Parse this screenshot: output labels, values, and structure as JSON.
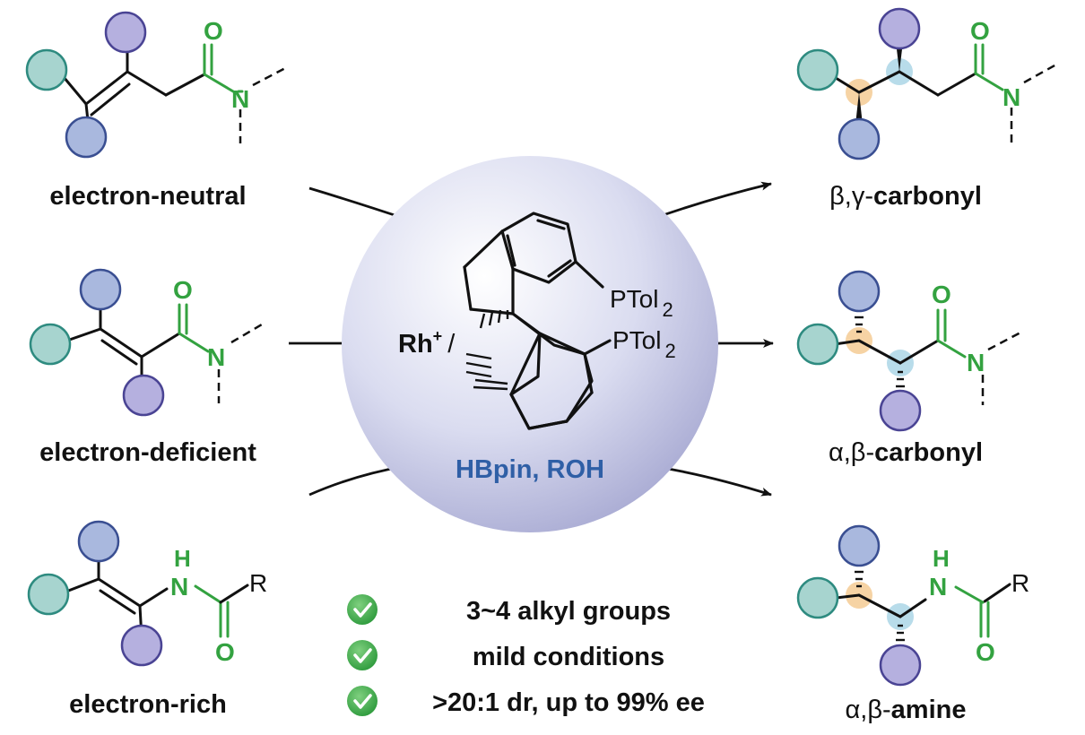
{
  "substrates": {
    "neutral_label": "electron-neutral",
    "deficient_label": "electron-deficient",
    "rich_label": "electron-rich"
  },
  "products": {
    "bg_label_prefix": "β,γ-",
    "bg_label_word": "carbonyl",
    "ab_label_prefix": "α,β-",
    "ab_label_word": "carbonyl",
    "amine_label_prefix": "α,β-",
    "amine_label_word": "amine"
  },
  "catalyst": {
    "metal": "Rh",
    "metal_charge": "+",
    "slash": "/",
    "phosphine_1_main": "PTol",
    "phosphine_1_sub": "2",
    "phosphine_2_main": "PTol",
    "phosphine_2_sub": "2",
    "reagents": "HBpin, ROH"
  },
  "atoms": {
    "oxygen": "O",
    "nitrogen": "N",
    "hydrogen": "H",
    "r_group": "R"
  },
  "features": [
    "3~4 alkyl groups",
    "mild conditions",
    ">20:1 dr, up to 99% ee"
  ],
  "colors": {
    "teal": "#a7d4cf",
    "teal_stroke": "#2e8b80",
    "blue": "#a9b8de",
    "blue_stroke": "#3a4f92",
    "purple": "#b5b0df",
    "purple_stroke": "#4a4494",
    "green": "#33a240",
    "navy_text": "#2f5fa6",
    "orange_highlight": "#f6d3a4",
    "cyan_highlight": "#b8dcea",
    "check_green": "#3daa48"
  }
}
